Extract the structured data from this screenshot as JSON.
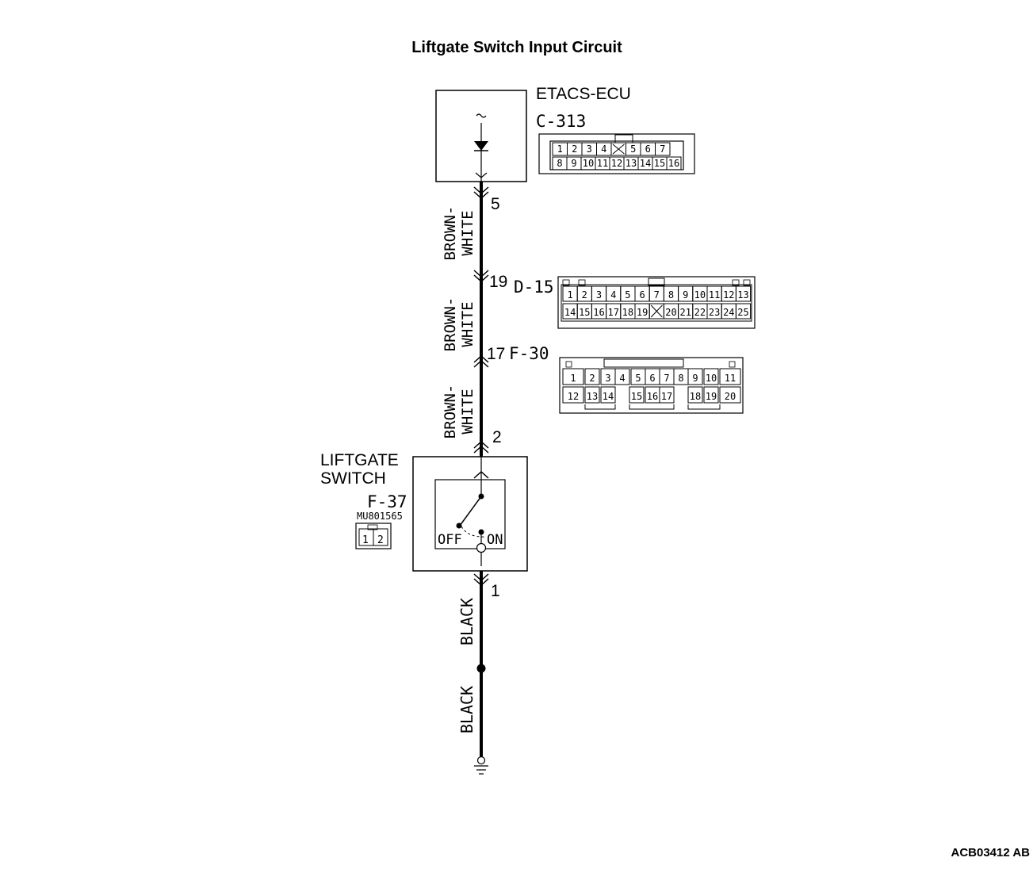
{
  "title": "Liftgate Switch Input Circuit",
  "figure_id": "ACB03412 AB",
  "ecu": {
    "name": "ETACS-ECU",
    "connector": "C-313",
    "row1": [
      "1",
      "2",
      "3",
      "4",
      "",
      "5",
      "6",
      "7"
    ],
    "row2": [
      "8",
      "9",
      "10",
      "11",
      "12",
      "13",
      "14",
      "15",
      "16"
    ]
  },
  "wires": {
    "seg1_color": "BROWN-",
    "seg1_color2": "WHITE",
    "seg2_color": "BROWN-",
    "seg2_color2": "WHITE",
    "seg3_color": "BROWN-",
    "seg3_color2": "WHITE",
    "seg4_color": "BLACK",
    "seg5_color": "BLACK"
  },
  "pins": {
    "ecu_pin": "5",
    "d15_pin": "19",
    "f30_pin": "17",
    "switch_in_pin": "2",
    "switch_out_pin": "1"
  },
  "d15": {
    "name": "D-15",
    "row1": [
      "1",
      "2",
      "3",
      "4",
      "5",
      "6",
      "7",
      "8",
      "9",
      "10",
      "11",
      "12",
      "13"
    ],
    "row2": [
      "14",
      "15",
      "16",
      "17",
      "18",
      "19",
      "",
      "20",
      "21",
      "22",
      "23",
      "24",
      "25"
    ]
  },
  "f30": {
    "name": "F-30",
    "row1": [
      "1",
      "2",
      "3",
      "4",
      "5",
      "6",
      "7",
      "8",
      "9",
      "10",
      "11"
    ],
    "row2": [
      "12",
      "13",
      "14",
      "15",
      "16",
      "17",
      "18",
      "19",
      "20"
    ]
  },
  "switch": {
    "label1": "LIFTGATE",
    "label2": "SWITCH",
    "connector": "F-37",
    "part_no": "MU801565",
    "pins": [
      "1",
      "2"
    ],
    "off_label": "OFF",
    "on_label": "ON"
  }
}
